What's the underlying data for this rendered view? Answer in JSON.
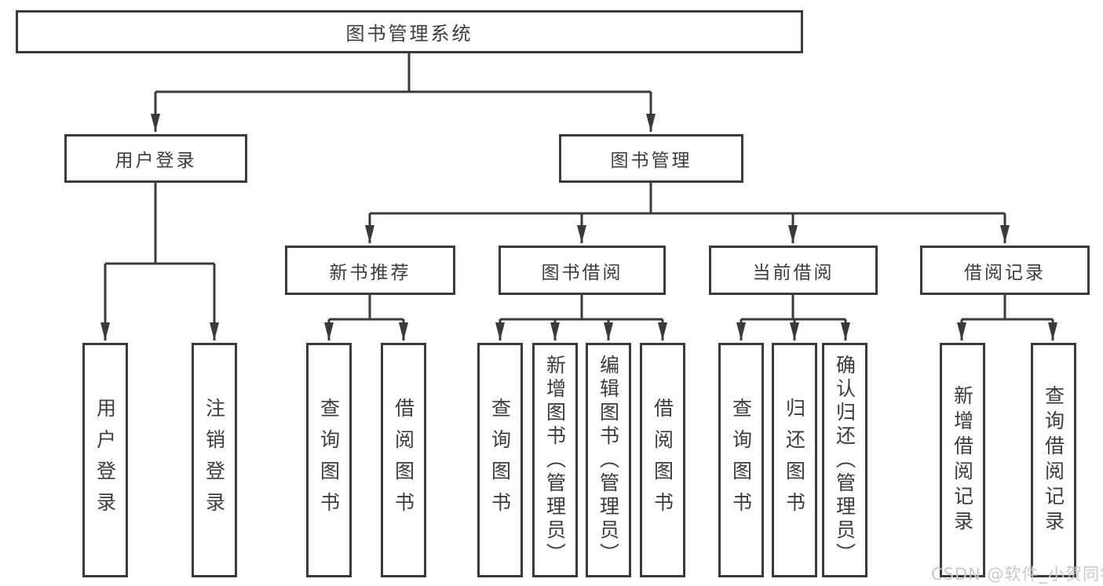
{
  "watermark": "CSDN @软件_小贺同学",
  "colors": {
    "background": "#ffffff",
    "line": "#3a3a3c",
    "box_border": "#3a3a3c",
    "text": "#3c3c3e",
    "watermark": "#c9c9c9"
  },
  "diagram_type": "hierarchy-tree",
  "tree": {
    "root": {
      "label": "图书管理系统",
      "children": [
        {
          "label": "用户登录",
          "children": [
            {
              "label": "用户登录"
            },
            {
              "label": "注销登录"
            }
          ]
        },
        {
          "label": "图书管理",
          "children": [
            {
              "label": "新书推荐",
              "children": [
                {
                  "label": "查询图书"
                },
                {
                  "label": "借阅图书"
                }
              ]
            },
            {
              "label": "图书借阅",
              "children": [
                {
                  "label": "查询图书"
                },
                {
                  "label": "新增图书（管理员）"
                },
                {
                  "label": "编辑图书（管理员）"
                },
                {
                  "label": "借阅图书"
                }
              ]
            },
            {
              "label": "当前借阅",
              "children": [
                {
                  "label": "查询图书"
                },
                {
                  "label": "归还图书"
                },
                {
                  "label": "确认归还（管理员）"
                }
              ]
            },
            {
              "label": "借阅记录",
              "children": [
                {
                  "label": "新增借阅记录"
                },
                {
                  "label": "查询借阅记录"
                }
              ]
            }
          ]
        }
      ]
    }
  }
}
